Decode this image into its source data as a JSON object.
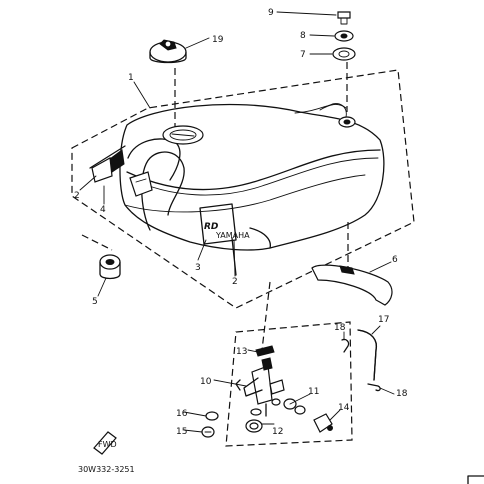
{
  "callouts": {
    "c1": "1",
    "c2a": "2",
    "c2b": "2",
    "c3": "3",
    "c4": "4",
    "c5": "5",
    "c6": "6",
    "c7": "7",
    "c8": "8",
    "c9": "9",
    "c10": "10",
    "c11": "11",
    "c12": "12",
    "c13": "13",
    "c14": "14",
    "c15": "15",
    "c16": "16",
    "c17": "17",
    "c18a": "18",
    "c18b": "18",
    "c19": "19"
  },
  "decal_text": "RD",
  "brand_text": "YAMAHA",
  "fwd_text": "FWD",
  "diagram_code": "30W332-3251"
}
